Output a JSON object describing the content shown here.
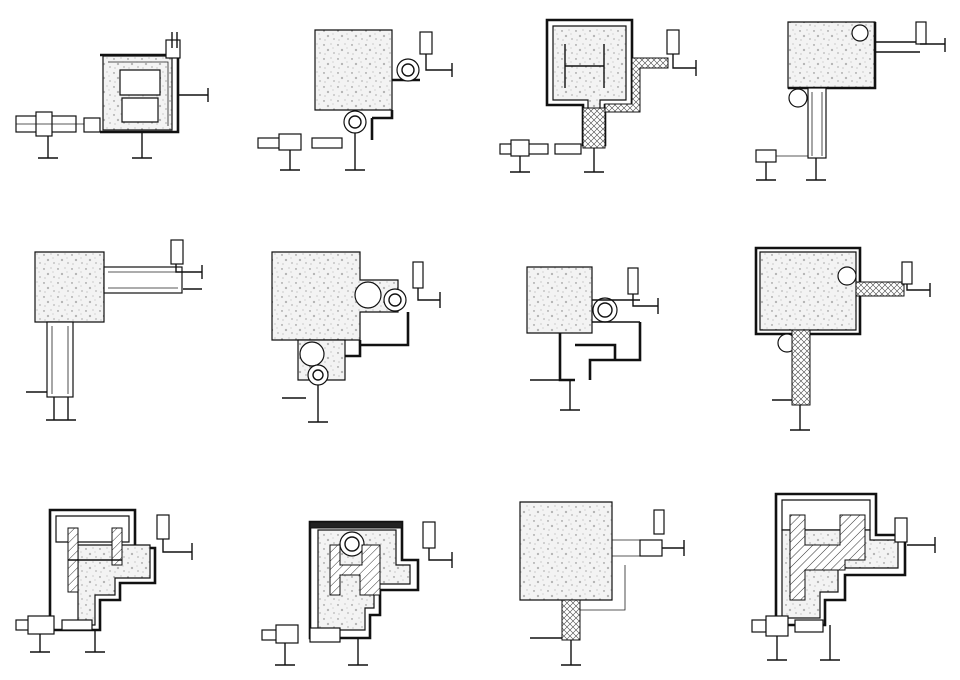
{
  "sheet": {
    "background": "#ffffff",
    "ink_color": "#111111",
    "concrete_fill": "#f2f2f2"
  },
  "details": [
    {
      "id": "d1",
      "row": 1,
      "col": 1
    },
    {
      "id": "d2",
      "row": 1,
      "col": 2
    },
    {
      "id": "d3",
      "row": 1,
      "col": 3
    },
    {
      "id": "d4",
      "row": 1,
      "col": 4
    },
    {
      "id": "d5",
      "row": 2,
      "col": 1
    },
    {
      "id": "d6",
      "row": 2,
      "col": 2
    },
    {
      "id": "d7",
      "row": 2,
      "col": 3
    },
    {
      "id": "d8",
      "row": 2,
      "col": 4
    },
    {
      "id": "d9",
      "row": 3,
      "col": 1
    },
    {
      "id": "d10",
      "row": 3,
      "col": 2
    },
    {
      "id": "d11",
      "row": 3,
      "col": 3
    },
    {
      "id": "d12",
      "row": 3,
      "col": 4
    }
  ]
}
